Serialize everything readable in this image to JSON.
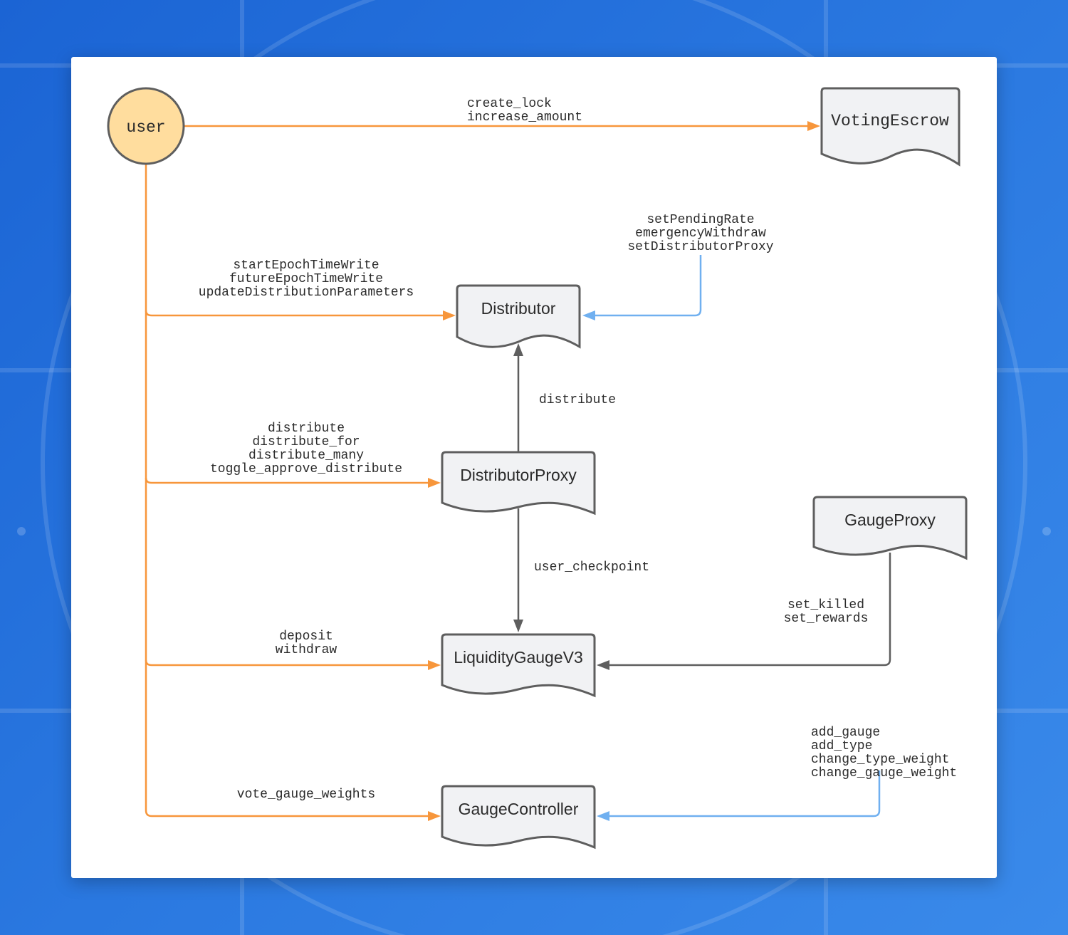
{
  "diagram": {
    "nodes": {
      "user": "user",
      "voting_escrow": "VotingEscrow",
      "distributor": "Distributor",
      "distributor_proxy": "DistributorProxy",
      "gauge_proxy": "GaugeProxy",
      "liquidity_gauge": "LiquidityGaugeV3",
      "gauge_controller": "GaugeController"
    },
    "edges": {
      "user_to_voting_escrow": [
        "create_lock",
        "increase_amount"
      ],
      "user_to_distributor": [
        "startEpochTimeWrite",
        "futureEpochTimeWrite",
        "updateDistributionParameters"
      ],
      "admin_to_distributor": [
        "setPendingRate",
        "emergencyWithdraw",
        "setDistributorProxy"
      ],
      "proxy_to_distributor": [
        "distribute"
      ],
      "user_to_distributor_proxy": [
        "distribute",
        "distribute_for",
        "distribute_many",
        "toggle_approve_distribute"
      ],
      "proxy_to_gauge": [
        "user_checkpoint"
      ],
      "gauge_proxy_to_gauge": [
        "set_killed",
        "set_rewards"
      ],
      "user_to_gauge": [
        "deposit",
        "withdraw"
      ],
      "admin_to_controller": [
        "add_gauge",
        "add_type",
        "change_type_weight",
        "change_gauge_weight"
      ],
      "user_to_controller": [
        "vote_gauge_weights"
      ]
    },
    "colors": {
      "user_calls": "#f7963b",
      "admin_calls": "#70b0f0",
      "contract_calls": "#5e5e5e",
      "user_node_fill": "#ffdd9e",
      "document_fill": "#f1f2f4"
    }
  }
}
